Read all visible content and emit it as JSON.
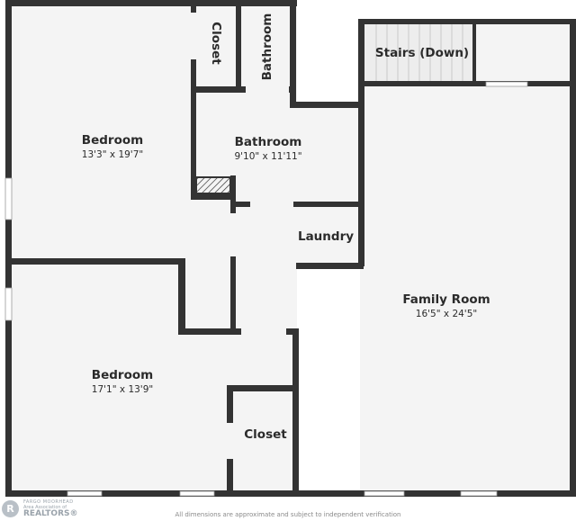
{
  "rooms": {
    "bedroom_top": {
      "name": "Bedroom",
      "dims": "13'3\" x 19'7\""
    },
    "closet_top": {
      "name": "Closet"
    },
    "bathroom_small": {
      "name": "Bathroom"
    },
    "bathroom_main": {
      "name": "Bathroom",
      "dims": "9'10\" x 11'11\""
    },
    "stairs": {
      "name": "Stairs (Down)"
    },
    "laundry": {
      "name": "Laundry"
    },
    "family_room": {
      "name": "Family Room",
      "dims": "16'5\" x 24'5\""
    },
    "bedroom_bottom": {
      "name": "Bedroom",
      "dims": "17'1\" x 13'9\""
    },
    "closet_bottom": {
      "name": "Closet"
    }
  },
  "footer": {
    "disclaimer": "All dimensions are approximate and subject to independent verification"
  },
  "logo": {
    "top_line": "FARGO MOORHEAD",
    "mid_line": "Area Association of",
    "bottom_line": "REALTORS®",
    "icon": "realtor-r-icon"
  },
  "colors": {
    "wall": "#333333",
    "floor": "#f4f4f4",
    "stairs": "#ededed",
    "text": "#2b2b2b"
  }
}
